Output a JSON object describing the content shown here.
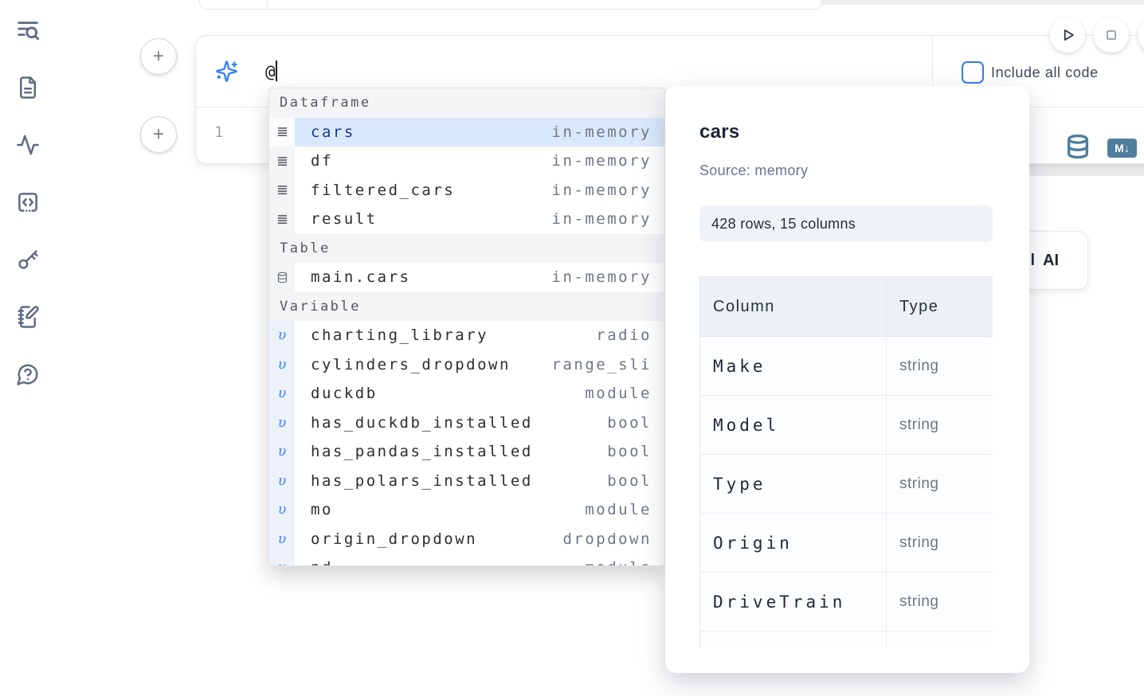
{
  "sidebar": {
    "items": [
      {
        "name": "table-of-contents",
        "icon": "list-search-icon"
      },
      {
        "name": "files",
        "icon": "file-icon"
      },
      {
        "name": "dependencies",
        "icon": "activity-icon"
      },
      {
        "name": "snippets",
        "icon": "snippets-icon"
      },
      {
        "name": "secrets",
        "icon": "key-icon"
      },
      {
        "name": "scratchpad",
        "icon": "notebook-pencil-icon"
      },
      {
        "name": "help",
        "icon": "help-chat-icon"
      }
    ]
  },
  "ai_cell": {
    "prompt_value": "@",
    "include_all_code_label": "Include all code"
  },
  "code_cell": {
    "line_number": "1",
    "markdown_badge": "M↓"
  },
  "autocomplete": {
    "sections": [
      {
        "label": "Dataframe",
        "items": [
          {
            "name": "cars",
            "type": "in-memory",
            "icon": "menu-icon",
            "selected": true
          },
          {
            "name": "df",
            "type": "in-memory",
            "icon": "menu-icon"
          },
          {
            "name": "filtered_cars",
            "type": "in-memory",
            "icon": "menu-icon"
          },
          {
            "name": "result",
            "type": "in-memory",
            "icon": "menu-icon"
          }
        ]
      },
      {
        "label": "Table",
        "items": [
          {
            "name": "main.cars",
            "type": "in-memory",
            "icon": "database-icon"
          }
        ]
      },
      {
        "label": "Variable",
        "items": [
          {
            "name": "charting_library",
            "type": "radio",
            "icon": "variable-icon"
          },
          {
            "name": "cylinders_dropdown",
            "type": "range_sli",
            "icon": "variable-icon"
          },
          {
            "name": "duckdb",
            "type": "module",
            "icon": "variable-icon"
          },
          {
            "name": "has_duckdb_installed",
            "type": "bool",
            "icon": "variable-icon"
          },
          {
            "name": "has_pandas_installed",
            "type": "bool",
            "icon": "variable-icon"
          },
          {
            "name": "has_polars_installed",
            "type": "bool",
            "icon": "variable-icon"
          },
          {
            "name": "mo",
            "type": "module",
            "icon": "variable-icon"
          },
          {
            "name": "origin_dropdown",
            "type": "dropdown",
            "icon": "variable-icon"
          },
          {
            "name": "pd",
            "type": "module",
            "icon": "variable-icon"
          }
        ]
      }
    ]
  },
  "preview": {
    "title": "cars",
    "source": "Source: memory",
    "shape": "428 rows, 15 columns",
    "table": {
      "headers": [
        "Column",
        "Type"
      ],
      "rows": [
        [
          "Make",
          "string"
        ],
        [
          "Model",
          "string"
        ],
        [
          "Type",
          "string"
        ],
        [
          "Origin",
          "string"
        ],
        [
          "DriveTrain",
          "string"
        ],
        [
          "",
          ""
        ]
      ]
    }
  },
  "generate_ai": {
    "fragment": "l",
    "label": "AI"
  },
  "colors": {
    "accent_blue": "#2f7cf0",
    "selection_bg": "#d9e9fb",
    "selection_text": "#1c398e",
    "steel_blue": "#4e7d9e",
    "icon_slate": "#5d6b82"
  }
}
